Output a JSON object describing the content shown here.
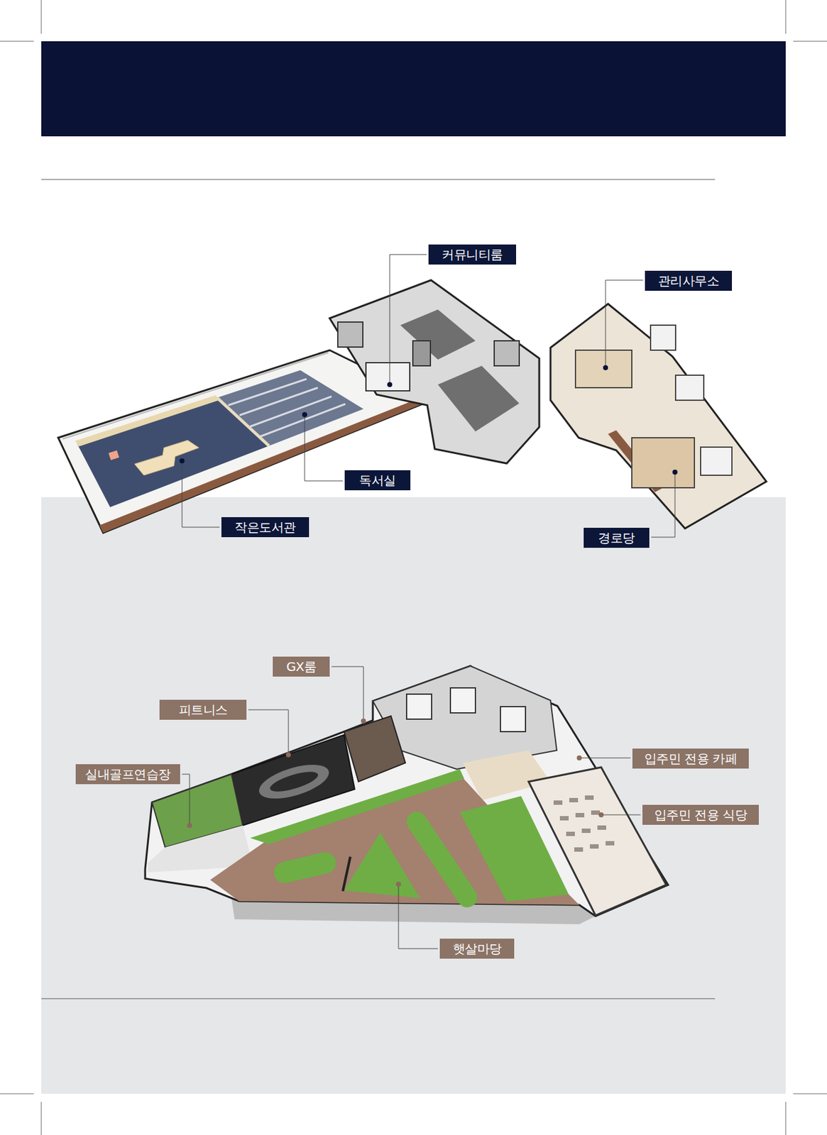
{
  "diagram": {
    "nodes": [
      {
        "text": [
          "커뮤니티룸"
        ]
      },
      {
        "text": [
          "관리사무소"
        ]
      },
      {
        "text": [
          "독서실"
        ]
      },
      {
        "text": [
          "작은도서관"
        ]
      },
      {
        "text": [
          "경로당"
        ]
      },
      {
        "text": [
          "GX룸"
        ]
      },
      {
        "text": [
          "피트니스"
        ]
      },
      {
        "text": [
          "입주민 전용 카페"
        ]
      },
      {
        "text": [
          "실내골프연습장"
        ]
      },
      {
        "text": [
          "입주민 전용 식당"
        ]
      },
      {
        "text": [
          "햇살마당"
        ]
      }
    ]
  }
}
